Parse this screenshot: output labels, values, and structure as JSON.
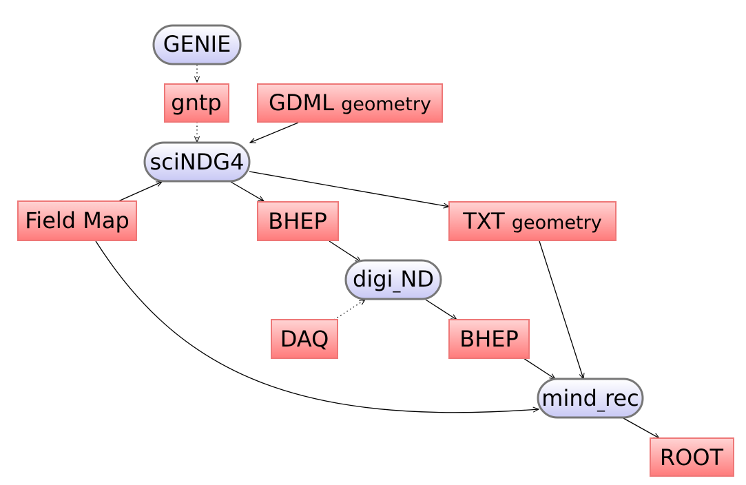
{
  "nodes": {
    "genie": {
      "label": "GENIE",
      "kind": "process"
    },
    "gntp": {
      "label": "gntp",
      "kind": "data"
    },
    "gdml": {
      "label": "GDML",
      "suffix": "geometry",
      "kind": "data"
    },
    "scindg4": {
      "label": "sciNDG4",
      "kind": "process"
    },
    "fieldmap": {
      "label": "Field Map",
      "kind": "data"
    },
    "bhep1": {
      "label": "BHEP",
      "kind": "data"
    },
    "txtgeom": {
      "label": "TXT",
      "suffix": "geometry",
      "kind": "data"
    },
    "digind": {
      "label": "digi",
      "sub": "_",
      "label2": "ND",
      "kind": "process"
    },
    "daq": {
      "label": "DAQ",
      "kind": "data"
    },
    "bhep2": {
      "label": "BHEP",
      "kind": "data"
    },
    "mindrec": {
      "label": "mind",
      "sub": "_",
      "label2": "rec",
      "kind": "process"
    },
    "root": {
      "label": "ROOT",
      "kind": "data"
    }
  },
  "edges": [
    {
      "from": "genie",
      "to": "gntp",
      "style": "dotted"
    },
    {
      "from": "gntp",
      "to": "scindg4",
      "style": "dotted"
    },
    {
      "from": "gdml",
      "to": "scindg4",
      "style": "solid"
    },
    {
      "from": "fieldmap",
      "to": "scindg4",
      "style": "solid"
    },
    {
      "from": "scindg4",
      "to": "bhep1",
      "style": "solid"
    },
    {
      "from": "scindg4",
      "to": "txtgeom",
      "style": "solid"
    },
    {
      "from": "bhep1",
      "to": "digind",
      "style": "solid"
    },
    {
      "from": "daq",
      "to": "digind",
      "style": "dotted"
    },
    {
      "from": "digind",
      "to": "bhep2",
      "style": "solid"
    },
    {
      "from": "bhep2",
      "to": "mindrec",
      "style": "solid"
    },
    {
      "from": "txtgeom",
      "to": "mindrec",
      "style": "solid"
    },
    {
      "from": "fieldmap",
      "to": "mindrec",
      "style": "solid",
      "curved": true
    },
    {
      "from": "mindrec",
      "to": "root",
      "style": "solid"
    }
  ],
  "colors": {
    "process_fill_top": "#ffffff",
    "process_fill_bottom": "#c9c9f5",
    "process_stroke": "#777777",
    "data_fill_top": "#ffd2d2",
    "data_fill_bottom": "#ff7f7f",
    "data_stroke": "#ee7777",
    "edge": "#000000"
  }
}
